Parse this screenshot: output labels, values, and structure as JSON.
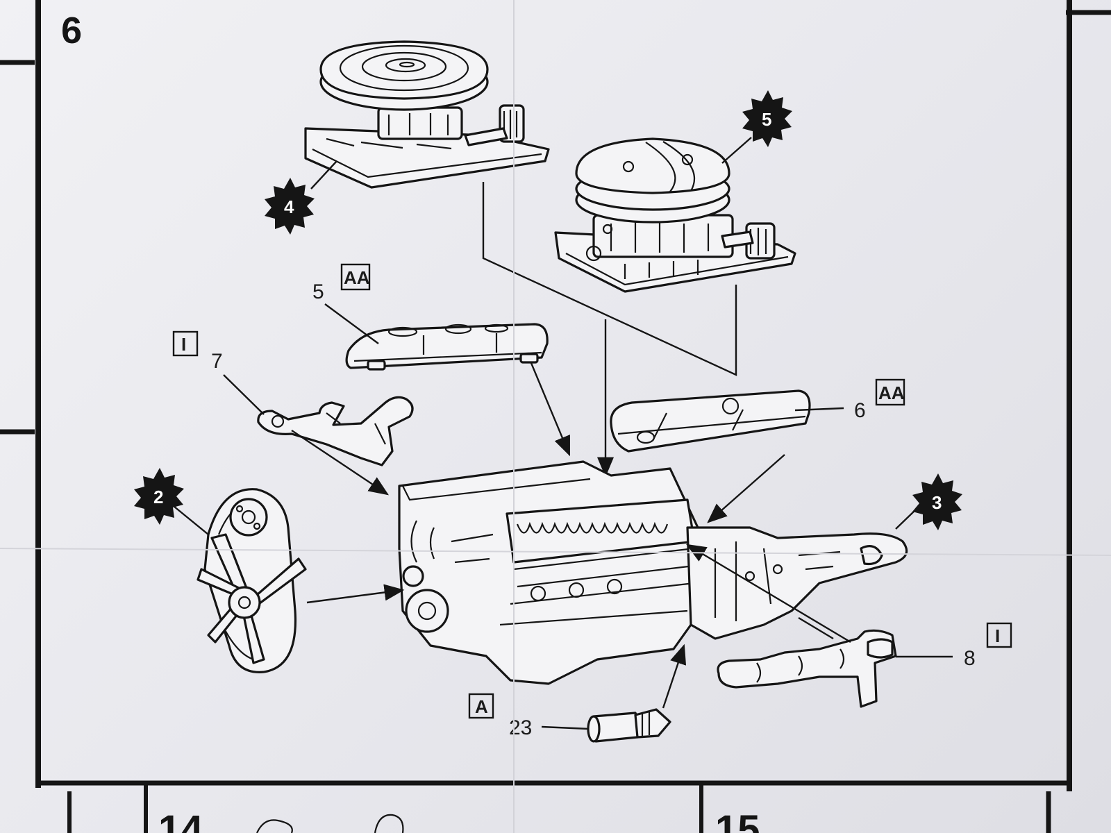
{
  "step_number": "6",
  "callouts": {
    "c2": "2",
    "c3": "3",
    "c4": "4",
    "c5": "5"
  },
  "parts": {
    "valve_cover_left": {
      "number": "5",
      "tree": "AA"
    },
    "valve_cover_right": {
      "number": "6",
      "tree": "AA"
    },
    "exhaust_manifold_left": {
      "number": "7",
      "tree": "I"
    },
    "exhaust_manifold_right": {
      "number": "8",
      "tree": "I"
    },
    "oil_filter": {
      "number": "23",
      "tree": "A"
    }
  },
  "next_steps_partial": {
    "left": "14",
    "right": "15"
  },
  "colors": {
    "ink": "#151515",
    "paper": "#eeeef2"
  }
}
